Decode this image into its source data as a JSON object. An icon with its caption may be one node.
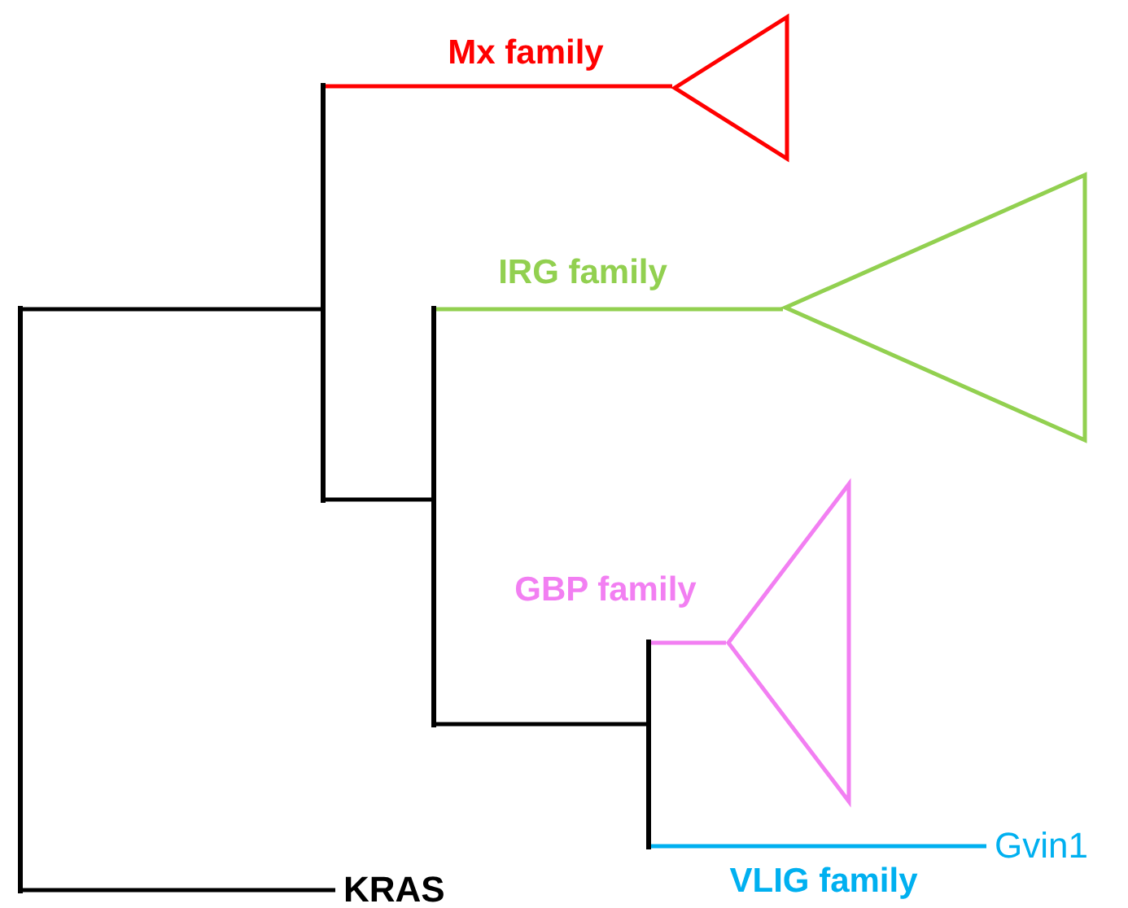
{
  "diagram": {
    "nodes": [
      {
        "text": [],
        "shape": "bar"
      },
      {
        "text": [],
        "shape": "bar"
      },
      {
        "text": [],
        "shape": "triangle"
      },
      {
        "text": [],
        "shape": "bar"
      },
      {
        "text": [],
        "shape": "triangle"
      },
      {
        "text": [],
        "shape": "bar"
      },
      {
        "text": [],
        "shape": "triangle"
      },
      {
        "text": [
          "Gvin1"
        ]
      },
      {
        "text": [
          "KRAS"
        ]
      }
    ],
    "edges": [
      {
        "from": 0,
        "to": 1,
        "arrow": "none"
      },
      {
        "from": 0,
        "to": 8,
        "arrow": "none"
      },
      {
        "from": 1,
        "to": 2,
        "arrow": "none",
        "label": "Mx family",
        "color": "#ff0000"
      },
      {
        "from": 1,
        "to": 3,
        "arrow": "none"
      },
      {
        "from": 3,
        "to": 4,
        "arrow": "none",
        "label": "IRG family",
        "color": "#92d050"
      },
      {
        "from": 3,
        "to": 5,
        "arrow": "none"
      },
      {
        "from": 5,
        "to": 6,
        "arrow": "none",
        "label": "GBP family",
        "color": "#f27ff2"
      },
      {
        "from": 5,
        "to": 7,
        "arrow": "none",
        "label": "VLIG family",
        "color": "#00b0f0"
      }
    ]
  }
}
